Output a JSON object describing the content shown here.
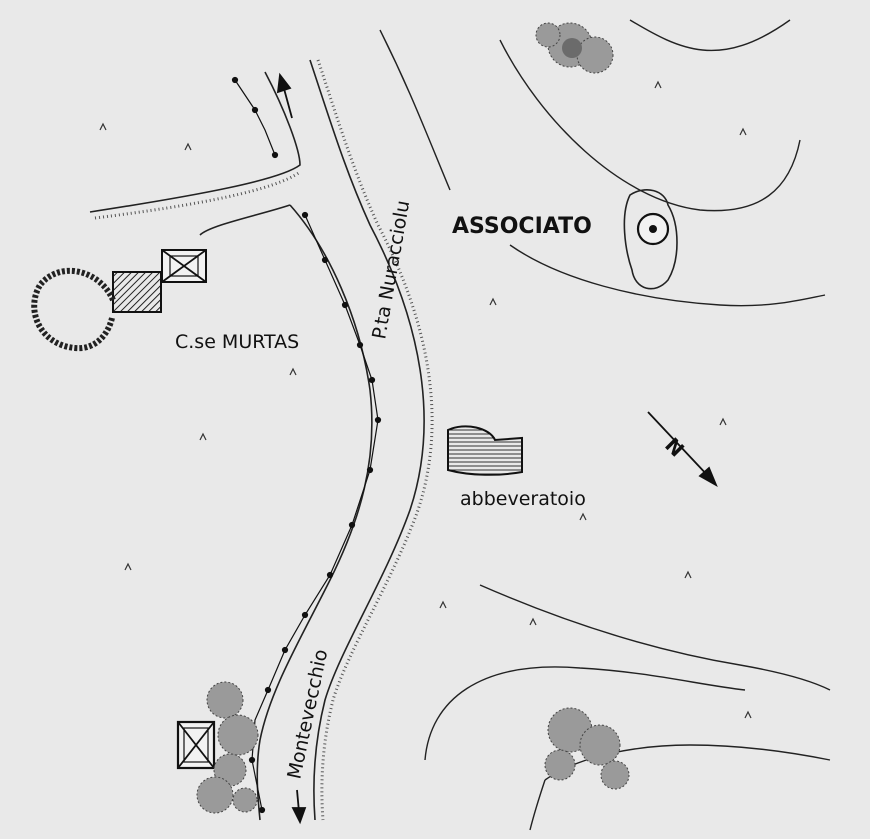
{
  "map": {
    "labels": {
      "associato": "ASSOCIATO",
      "case_murtas": "C.se MURTAS",
      "pta_nuracciolu": "P.ta Nuracciolu",
      "abbeveratoio": "abbeveratoio",
      "montevecchio": "Montevecchio"
    },
    "north_arrow": {
      "label": "N"
    },
    "colors": {
      "background": "#e9e9e9",
      "ink": "#1a1a1a",
      "hatch": "#333333"
    }
  }
}
